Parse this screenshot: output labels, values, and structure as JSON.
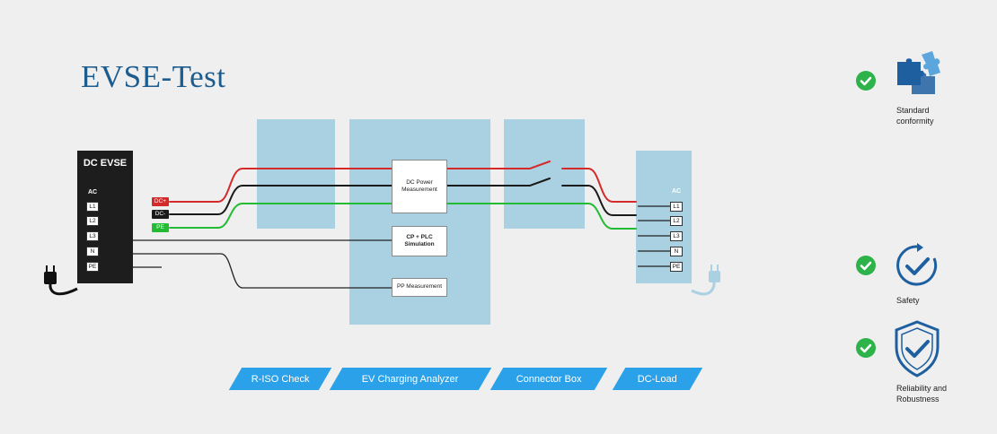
{
  "title": "EVSE-Test",
  "evse": {
    "title": "DC EVSE",
    "ac_label": "AC",
    "ports": [
      "L1",
      "L2",
      "L3",
      "N",
      "PE"
    ],
    "tags": [
      "DC+",
      "DC-",
      "PE"
    ]
  },
  "analyzer_boxes": {
    "dc_power": "DC Power Measurement",
    "cp_plc": "CP + PLC Simulation",
    "pp": "PP Measurement"
  },
  "dc_load": {
    "ac_label": "AC",
    "ports": [
      "L1",
      "L2",
      "L3",
      "N",
      "PE"
    ]
  },
  "banners": [
    "R-ISO Check",
    "EV Charging Analyzer",
    "Connector Box",
    "DC-Load"
  ],
  "features": [
    "Standard conformity",
    "Safety",
    "Reliability and Robustness"
  ],
  "colors": {
    "title": "#1d5c8f",
    "light_block": "#aad1e2",
    "banner": "#2aa1e9",
    "check": "#2db34a",
    "dc_plus": "#d42a2a",
    "dc_minus": "#1a1a1a",
    "pe": "#22bb33",
    "icon": "#1e5fa0"
  }
}
